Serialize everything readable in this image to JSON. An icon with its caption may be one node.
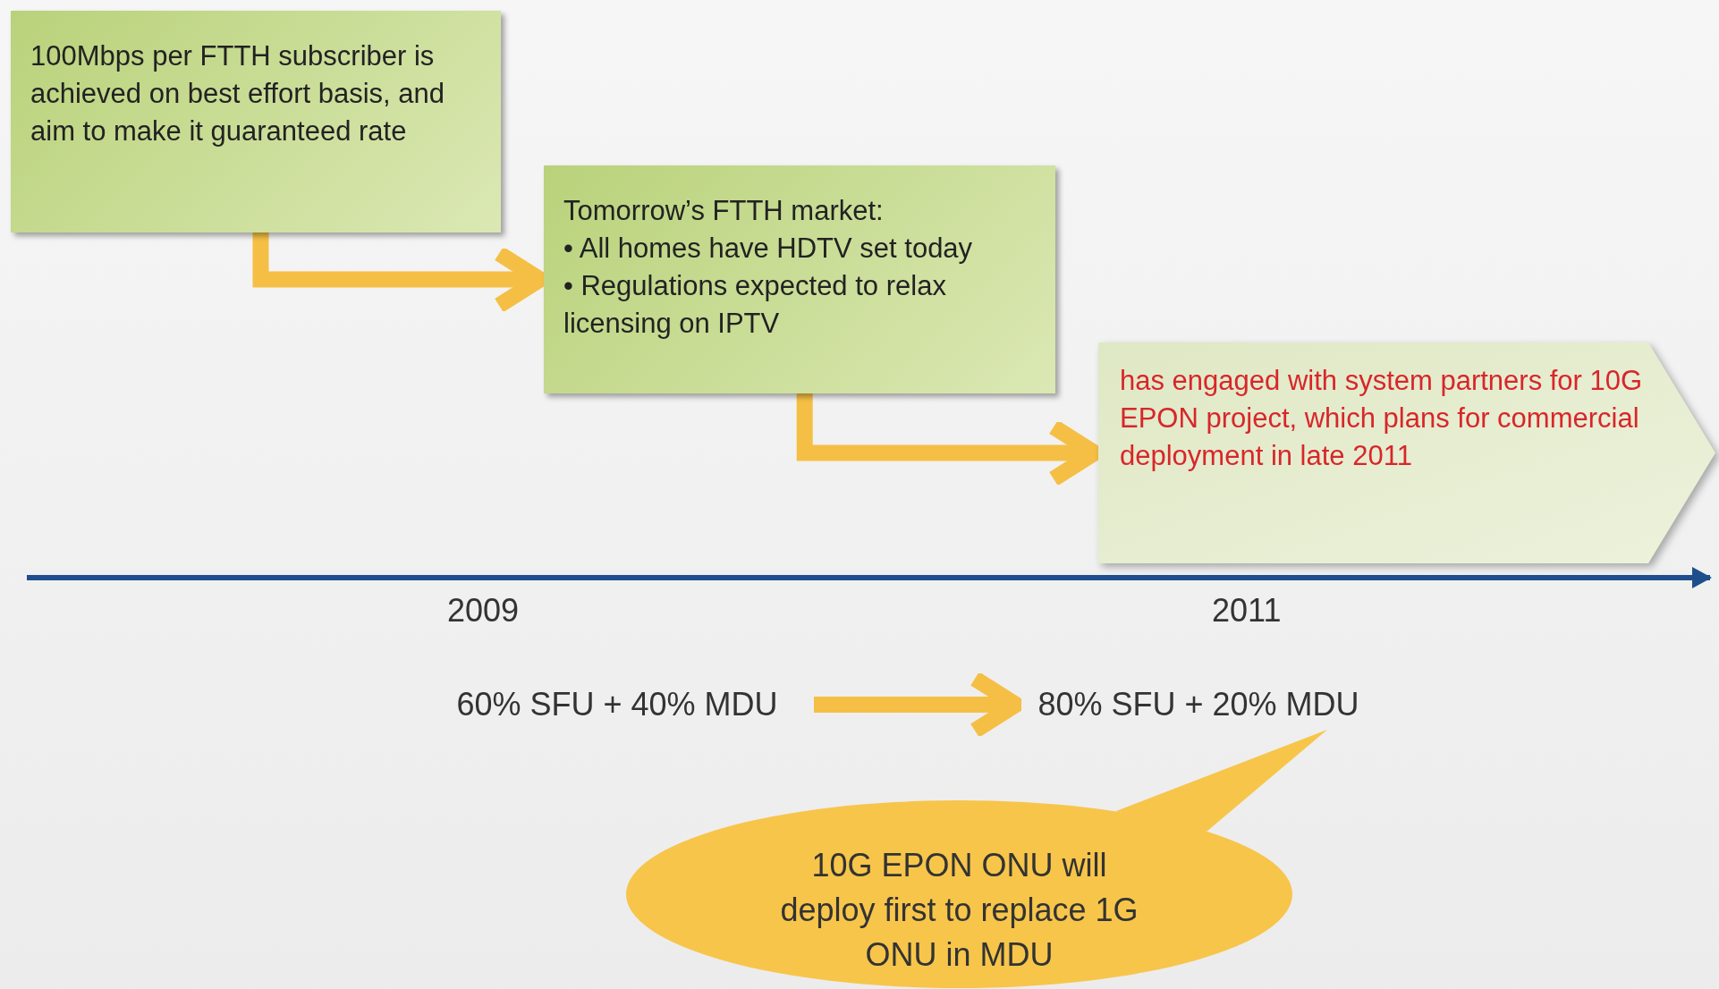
{
  "diagram": {
    "nodes": [
      {
        "text": [
          "100Mbps per FTTH subscriber is achieved on best effort basis, and aim to make it guaranteed rate"
        ]
      },
      {
        "text": [
          "Tomorrow’s FTTH market:",
          "• All homes have HDTV set today",
          "• Regulations expected to relax licensing on IPTV"
        ]
      },
      {
        "text": [
          "has engaged with system partners for 10G EPON project, which plans for commercial deployment in late 2011"
        ]
      },
      {
        "text": [
          "60% SFU + 40% MDU"
        ]
      },
      {
        "text": [
          "80% SFU + 20% MDU"
        ]
      },
      {
        "text": [
          "10G EPON ONU will deploy first to replace 1G ONU in MDU"
        ]
      }
    ],
    "edges": [
      {
        "from": 0,
        "to": 1,
        "arrow": "to"
      },
      {
        "from": 1,
        "to": 2,
        "arrow": "to"
      },
      {
        "from": 3,
        "to": 4,
        "arrow": "to"
      },
      {
        "from": 5,
        "to": 4,
        "arrow": "none"
      }
    ],
    "labels": [
      "2009",
      "2011"
    ]
  }
}
